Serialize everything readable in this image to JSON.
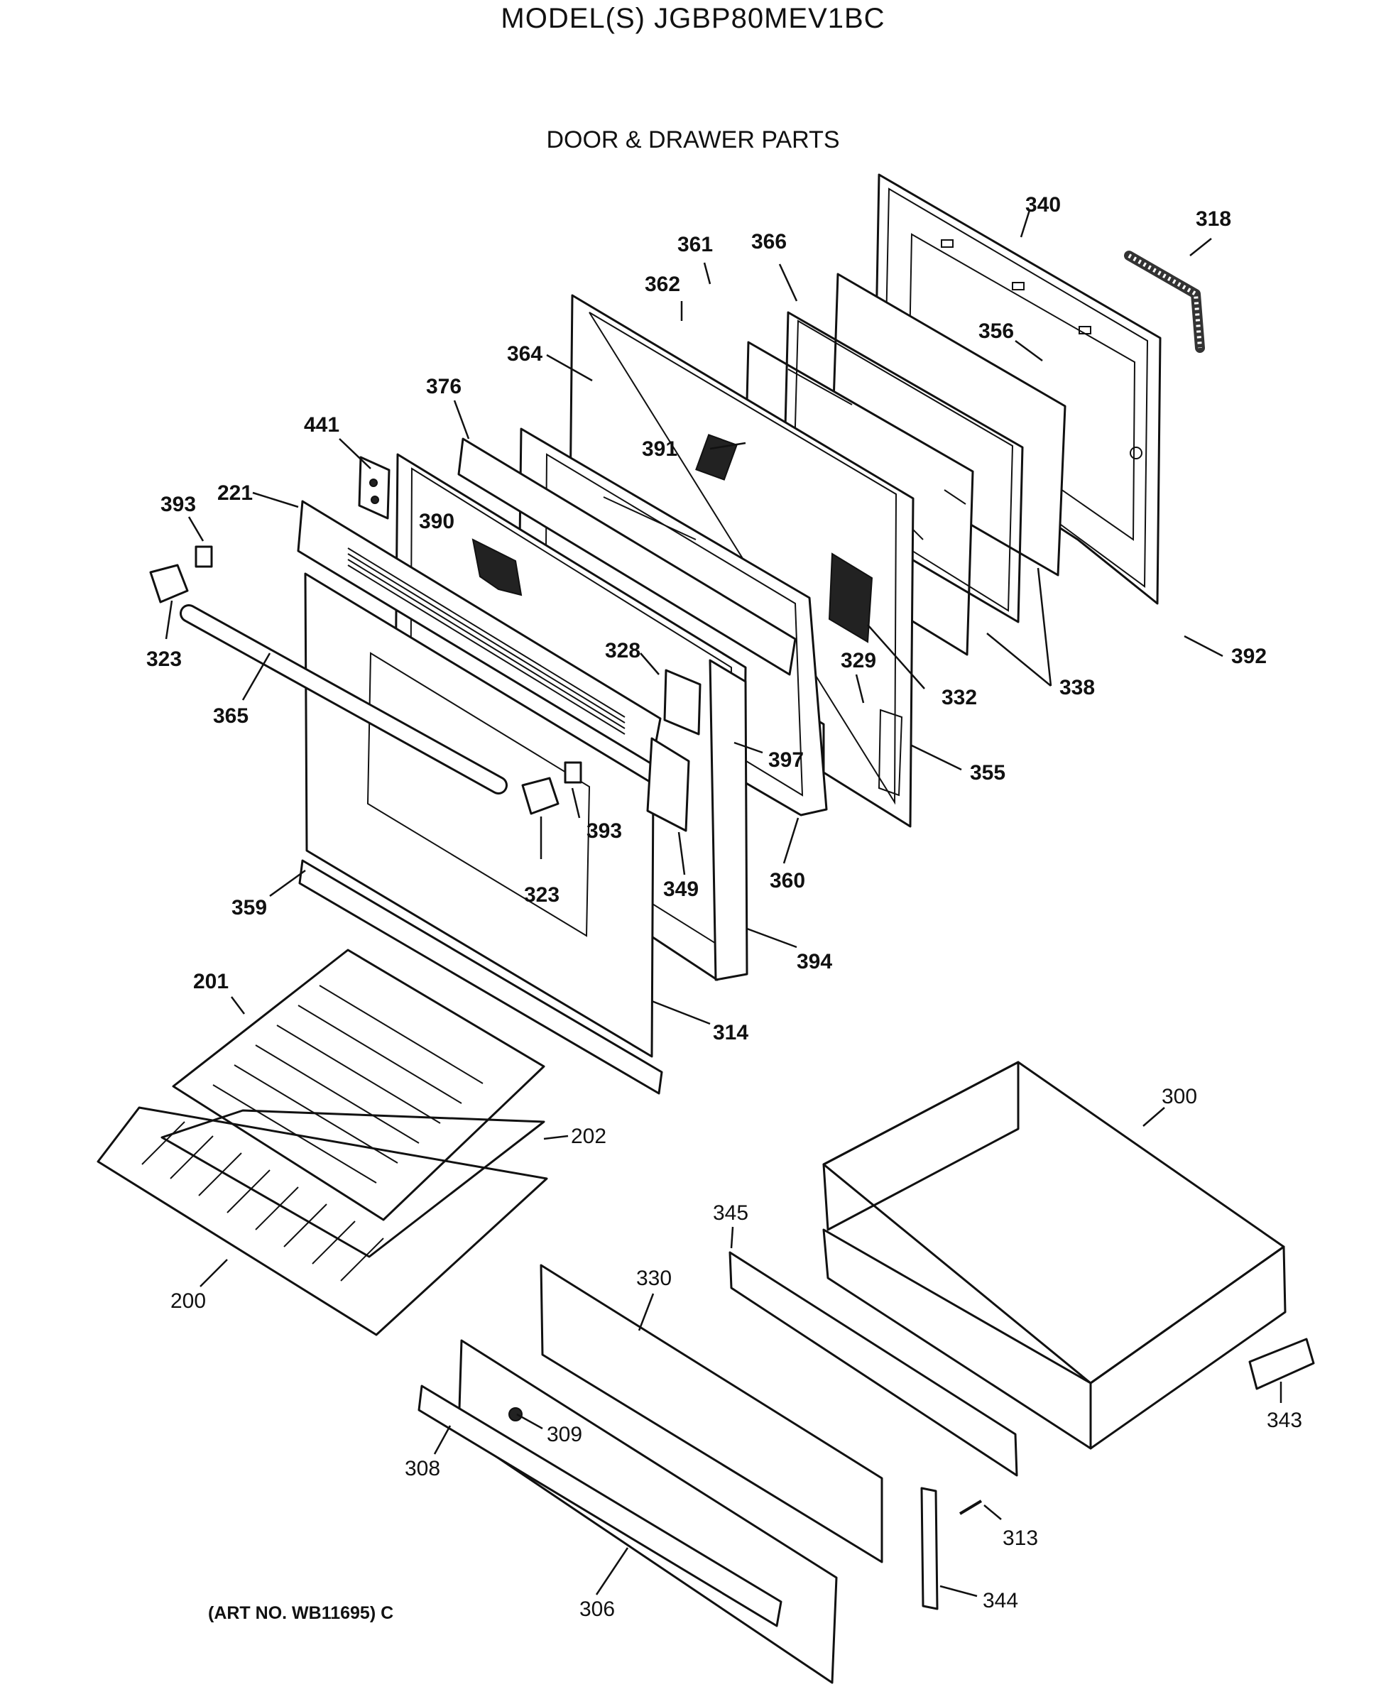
{
  "model_title": "MODEL(S) JGBP80MEV1BC",
  "section_title": "DOOR & DRAWER PARTS",
  "art_note": "(ART NO. WB11695) C",
  "part_labels": {
    "p340": "340",
    "p318": "318",
    "p361": "361",
    "p366": "366",
    "p362": "362",
    "p356": "356",
    "p364": "364",
    "p376": "376",
    "p391": "391",
    "p441": "441",
    "p221": "221",
    "p393a": "393",
    "p390": "390",
    "p323a": "323",
    "p328": "328",
    "p329": "329",
    "p332": "332",
    "p338": "338",
    "p392": "392",
    "p365": "365",
    "p397": "397",
    "p355": "355",
    "p393b": "393",
    "p323b": "323",
    "p349": "349",
    "p360": "360",
    "p359": "359",
    "p394": "394",
    "p201": "201",
    "p314": "314",
    "p300": "300",
    "p202": "202",
    "p345": "345",
    "p330": "330",
    "p200": "200",
    "p343": "343",
    "p309": "309",
    "p308": "308",
    "p313": "313",
    "p344": "344",
    "p306": "306"
  }
}
